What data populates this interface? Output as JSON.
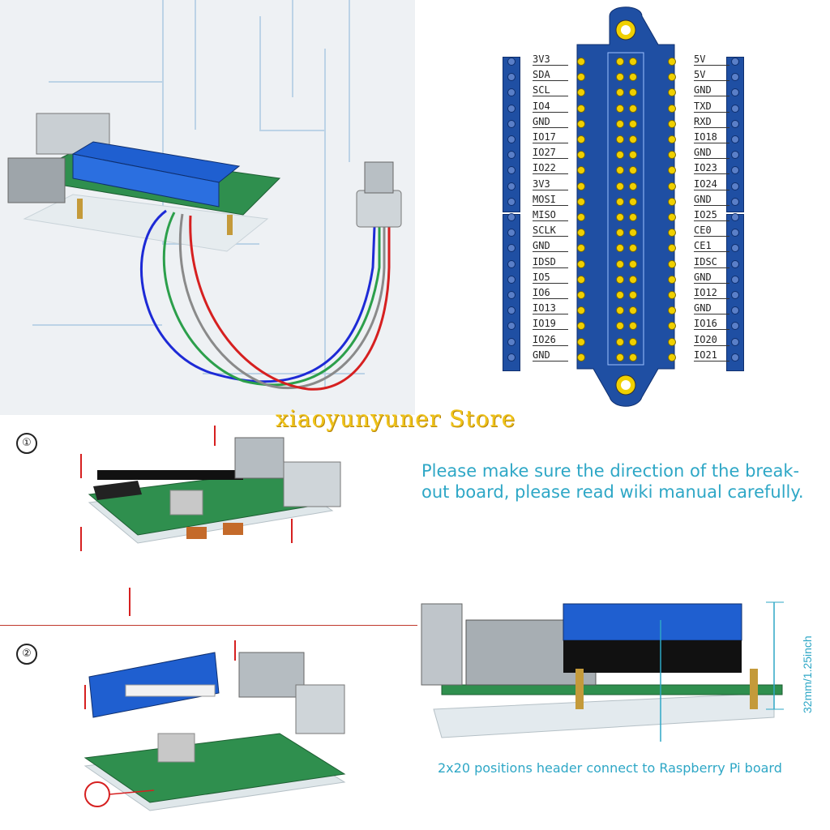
{
  "pinout": {
    "left_labels": [
      "3V3",
      "SDA",
      "SCL",
      "IO4",
      "GND",
      "IO17",
      "IO27",
      "IO22",
      "3V3",
      "MOSI",
      "MISO",
      "SCLK",
      "GND",
      "IDSD",
      "IO5",
      "IO6",
      "IO13",
      "IO19",
      "IO26",
      "GND"
    ],
    "right_labels": [
      "5V",
      "5V",
      "GND",
      "TXD",
      "RXD",
      "IO18",
      "GND",
      "IO23",
      "IO24",
      "GND",
      "IO25",
      "CE0",
      "CE1",
      "IDSC",
      "GND",
      "IO12",
      "GND",
      "IO16",
      "IO20",
      "IO21"
    ]
  },
  "watermark": "xiaoyunyuner Store",
  "steps": {
    "step1": "①",
    "step2": "②"
  },
  "note": "Please make sure the direction of the break-out board, please read wiki manual carefully.",
  "dimension": "32mm/1.25inch",
  "caption": "2x20 positions header connect to Raspberry Pi board",
  "colors": {
    "board_blue": "#1f4fa3",
    "accent_teal": "#2ea7c6",
    "pcb_green": "#2f8f4e",
    "watermark_gold": "#f0c419"
  }
}
